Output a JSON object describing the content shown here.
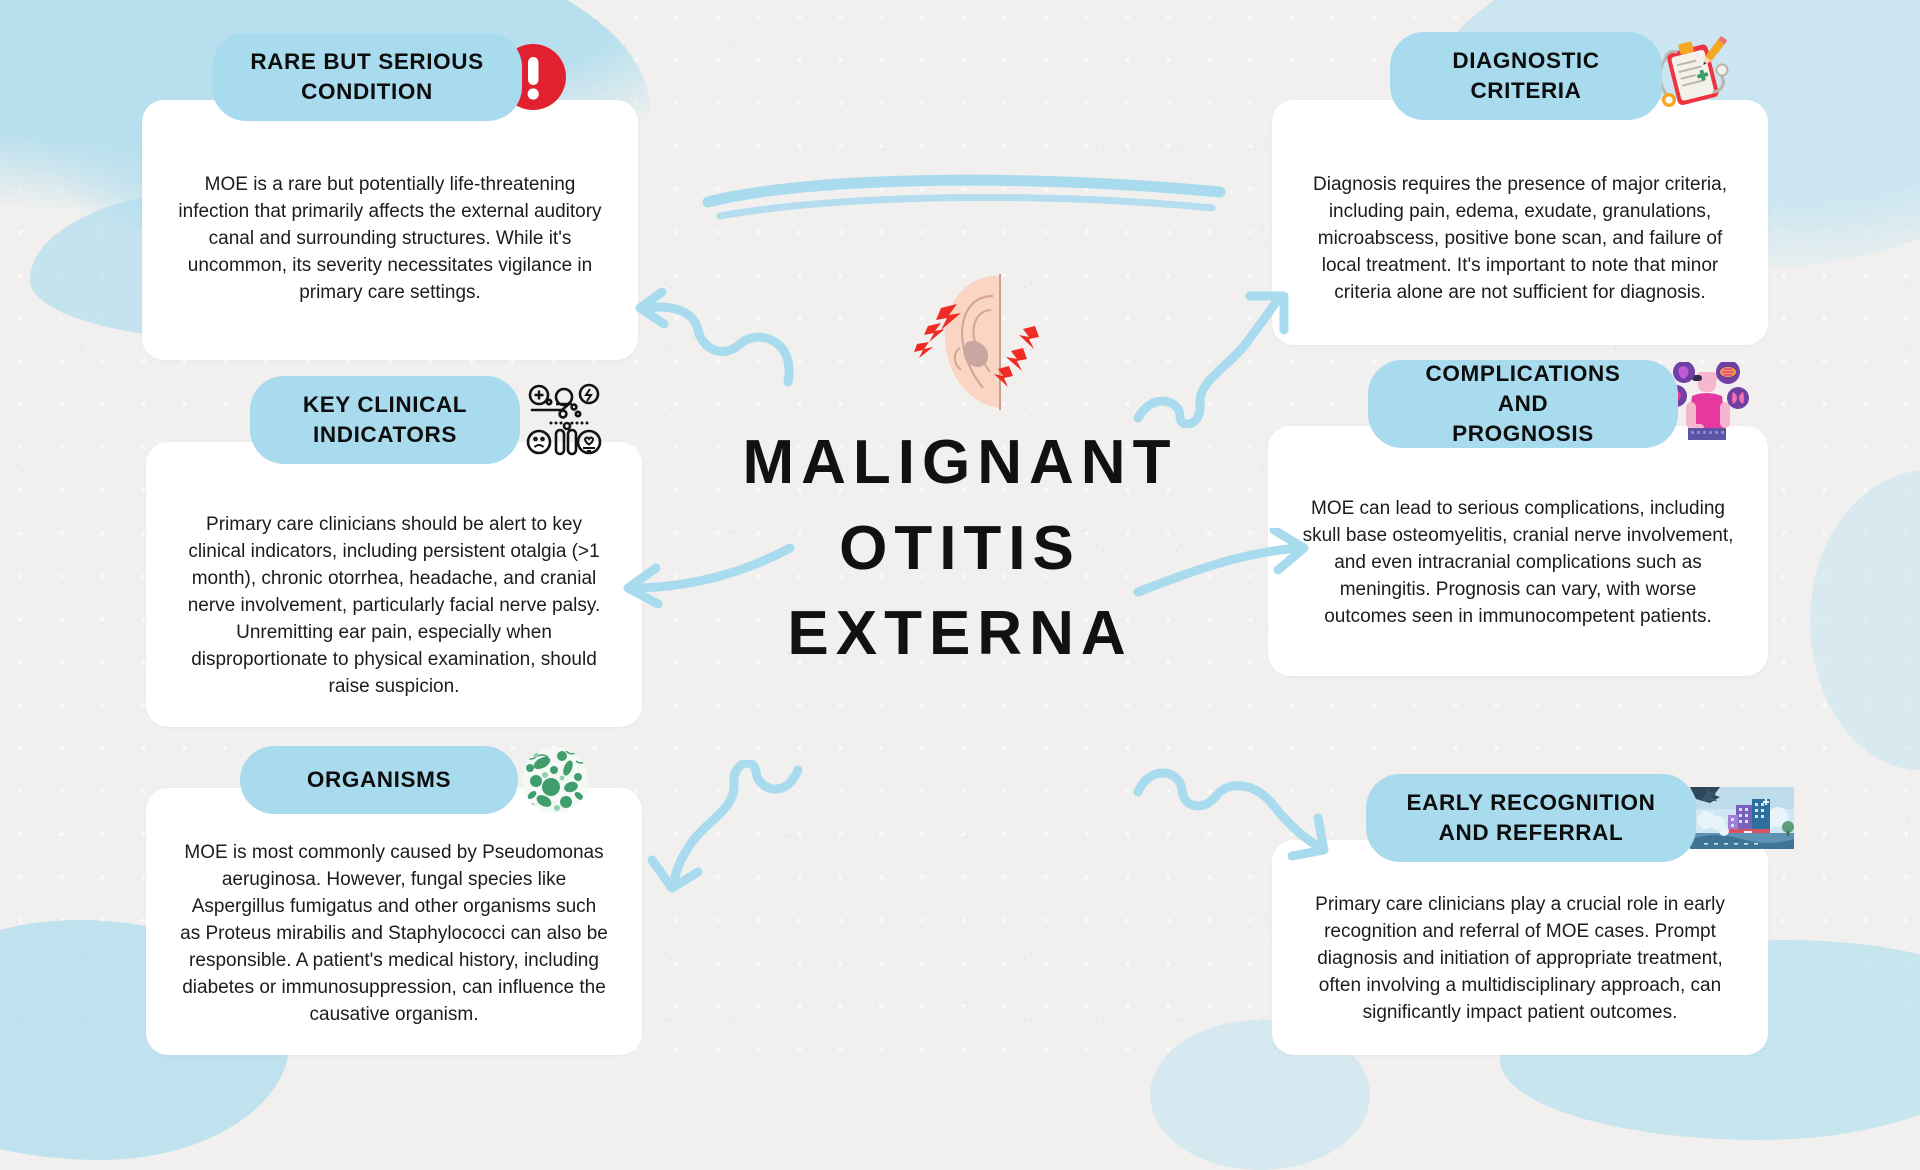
{
  "title": {
    "line1": "MALIGNANT",
    "line2": "OTITIS",
    "line3": "EXTERNA"
  },
  "colors": {
    "background": "#f1f0ee",
    "header_blue": "#a9dbee",
    "card_white": "#ffffff",
    "text_dark": "#111111",
    "alert_red": "#e1212f",
    "organism_green": "#3f9e6b",
    "complication_pink": "#e5399f"
  },
  "cards": [
    {
      "id": "rare-but-serious-condition",
      "heading": "RARE BUT SERIOUS CONDITION",
      "heading_lines": [
        "RARE BUT SERIOUS",
        "CONDITION"
      ],
      "body": "MOE is a rare but potentially life-threatening infection that primarily affects the external auditory canal and surrounding structures. While it's uncommon, its severity necessitates vigilance in primary care settings.",
      "icon": "exclamation-alert-icon"
    },
    {
      "id": "key-clinical-indicators",
      "heading": "KEY CLINICAL INDICATORS",
      "heading_lines": [
        "KEY CLINICAL",
        "INDICATORS"
      ],
      "body": "Primary care clinicians should be alert to key clinical indicators, including persistent otalgia (>1 month), chronic otorrhea, headache, and cranial nerve involvement, particularly facial nerve palsy. Unremitting ear pain, especially when disproportionate to physical examination, should raise suspicion.",
      "icon": "clinical-indicators-icon"
    },
    {
      "id": "organisms",
      "heading": "ORGANISMS",
      "heading_lines": [
        "ORGANISMS"
      ],
      "body": "MOE is most commonly caused by Pseudomonas aeruginosa. However, fungal species like Aspergillus fumigatus and other organisms such as Proteus mirabilis and Staphylococci can also be responsible. A patient's medical history, including diabetes or immunosuppression, can influence the causative organism.",
      "icon": "microbes-icon"
    },
    {
      "id": "diagnostic-criteria",
      "heading": "DIAGNOSTIC CRITERIA",
      "heading_lines": [
        "DIAGNOSTIC",
        "CRITERIA"
      ],
      "body": "Diagnosis requires the presence of major criteria, including pain, edema, exudate, granulations, microabscess, positive bone scan, and failure of local treatment. It's important to note that minor criteria alone are not sufficient for diagnosis.",
      "icon": "clipboard-stethoscope-icon"
    },
    {
      "id": "complications-and-prognosis",
      "heading": "COMPLICATIONS AND PROGNOSIS",
      "heading_lines": [
        "COMPLICATIONS AND",
        "PROGNOSIS"
      ],
      "body": "MOE can lead to serious complications, including skull base osteomyelitis, cranial nerve involvement, and even intracranial complications such as meningitis. Prognosis can vary, with worse outcomes seen in immunocompetent patients.",
      "icon": "patient-organs-icon"
    },
    {
      "id": "early-recognition-and-referral",
      "heading": "EARLY RECOGNITION AND REFERRAL",
      "heading_lines": [
        "EARLY RECOGNITION",
        "AND REFERRAL"
      ],
      "body": "Primary care clinicians play a crucial role in early recognition and referral of MOE cases. Prompt diagnosis and initiation of appropriate treatment, often involving a multidisciplinary approach, can significantly impact patient outcomes.",
      "icon": "hospital-building-icon"
    }
  ],
  "decorations": {
    "center_illustration": "ear-with-pain-icon",
    "brush_stroke": "blue-brush-stroke",
    "arrows": [
      "squiggly-arrow-left-top",
      "squiggly-arrow-left-middle",
      "squiggly-arrow-left-bottom",
      "squiggly-arrow-right-top",
      "squiggly-arrow-right-middle",
      "squiggly-arrow-right-bottom"
    ]
  }
}
